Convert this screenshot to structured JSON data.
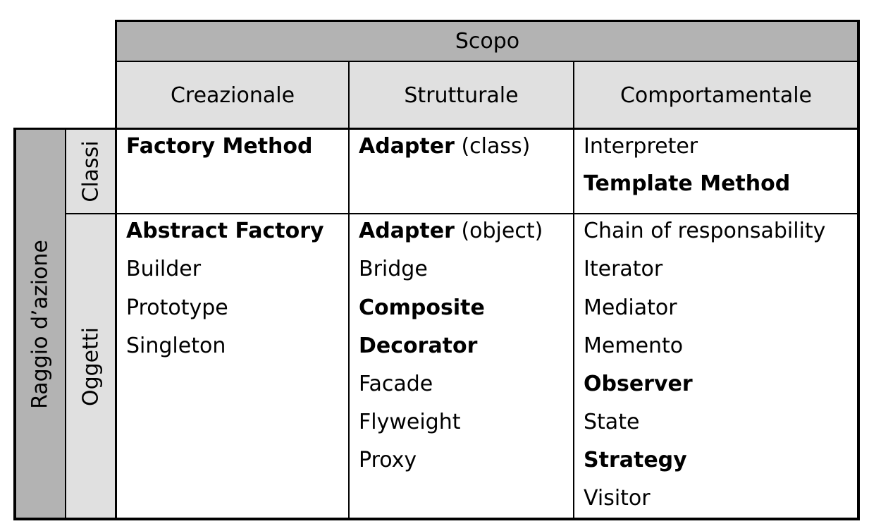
{
  "header": {
    "scope": "Scopo",
    "columns": [
      "Creazionale",
      "Strutturale",
      "Comportamentale"
    ]
  },
  "rows": {
    "outer_label": "Raggio d’azione",
    "inner_labels": [
      "Classi",
      "Oggetti"
    ]
  },
  "classi": {
    "creazionale": [
      {
        "text": "Factory Method",
        "bold": true
      }
    ],
    "strutturale": [
      {
        "text": "Adapter",
        "bold": true,
        "suffix": " (class)"
      }
    ],
    "comportamentale": [
      {
        "text": "Interpreter",
        "bold": false
      },
      {
        "text": "Template Method",
        "bold": true
      }
    ]
  },
  "oggetti": {
    "creazionale": [
      {
        "text": "Abstract Factory",
        "bold": true
      },
      {
        "text": "Builder",
        "bold": false
      },
      {
        "text": "Prototype",
        "bold": false
      },
      {
        "text": "Singleton",
        "bold": false
      }
    ],
    "strutturale": [
      {
        "text": "Adapter",
        "bold": true,
        "suffix": " (object)"
      },
      {
        "text": "Bridge",
        "bold": false
      },
      {
        "text": "Composite",
        "bold": true
      },
      {
        "text": "Decorator",
        "bold": true
      },
      {
        "text": "Facade",
        "bold": false
      },
      {
        "text": "Flyweight",
        "bold": false
      },
      {
        "text": "Proxy",
        "bold": false
      }
    ],
    "comportamentale": [
      {
        "text": "Chain of responsability",
        "bold": false
      },
      {
        "text": "Iterator",
        "bold": false
      },
      {
        "text": "Mediator",
        "bold": false
      },
      {
        "text": "Memento",
        "bold": false
      },
      {
        "text": "Observer",
        "bold": true
      },
      {
        "text": "State",
        "bold": false
      },
      {
        "text": "Strategy",
        "bold": true
      },
      {
        "text": "Visitor",
        "bold": false
      }
    ]
  }
}
